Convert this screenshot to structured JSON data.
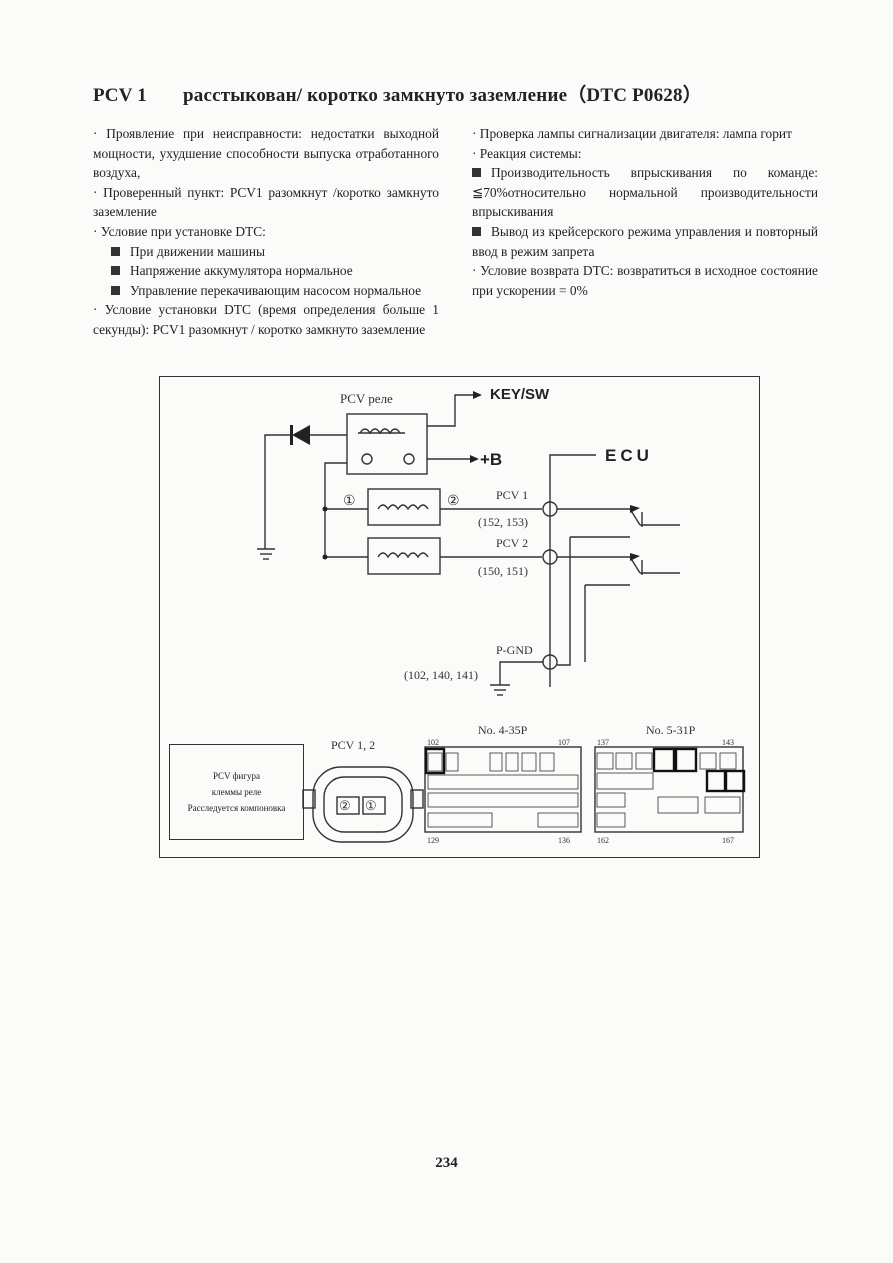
{
  "title": {
    "code": "PCV 1",
    "text": "расстыкован/ коротко замкнуто заземление（DTC P0628）"
  },
  "left_column": [
    "· Проявление при неисправности: недостатки выходной мощности, ухудшение способности выпуска отработанного воздуха,",
    "· Проверенный пункт: PCV1 разомкнут /коротко замкнуто заземление",
    "· Условие при установке DTC:",
    "При движении машины",
    "Напряжение аккумулятора нормальное",
    "Управление перекачивающим насосом нормальное",
    "· Условие установки DTC (время определения больше 1 секунды): PCV1 разомкнут / коротко замкнуто заземление"
  ],
  "right_column": [
    "· Проверка лампы сигнализации двигателя: лампа горит",
    "· Реакция системы:",
    "Производительность впрыскивания по команде: ≦70%относительно нормальной производительности впрыскивания",
    "Вывод из крейсерского режима управления и повторный ввод в режим запрета",
    "· Условие возврата DTC: возвратиться в исходное состояние при ускорении = 0%"
  ],
  "diagram": {
    "pcv_relay": "PCV реле",
    "key_sw": "KEY/SW",
    "plus_b": "+B",
    "ecu": "ECU",
    "coil_pin1": "①",
    "coil_pin2": "②",
    "pcv1": "PCV 1",
    "pcv1_pins": "(152, 153)",
    "pcv2": "PCV 2",
    "pcv2_pins": "(150, 151)",
    "pgnd": "P-GND",
    "pgnd_pins": "(102, 140, 141)",
    "connector_label": "PCV 1, 2",
    "connector_pin2": "②",
    "connector_pin1": "①",
    "caption_line1": "PCV фигура",
    "caption_line2": "клеммы реле",
    "caption_line3": "Расследуется компоновка",
    "conn_a_title": "No. 4-35P",
    "conn_a_102": "102",
    "conn_a_107": "107",
    "conn_a_129": "129",
    "conn_a_136": "136",
    "conn_b_title": "No. 5-31P",
    "conn_b_137": "137",
    "conn_b_143": "143",
    "conn_b_162": "162",
    "conn_b_167": "167"
  },
  "page_number": "234"
}
